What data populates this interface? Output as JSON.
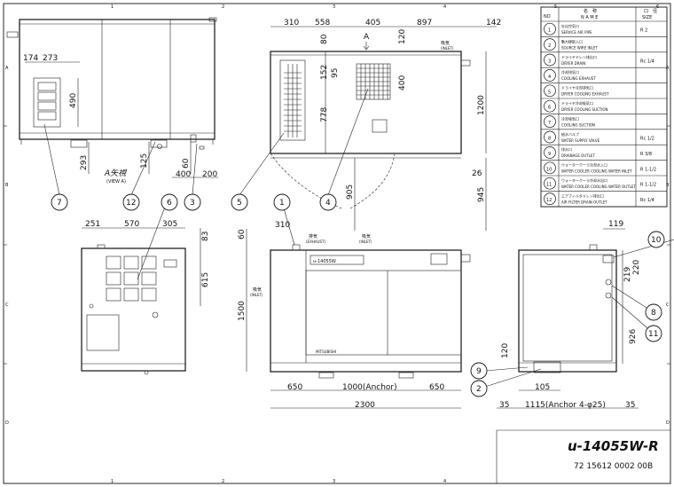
{
  "frame": {
    "col_numbers": [
      "1",
      "2",
      "3",
      "4",
      "5",
      "6"
    ],
    "row_letters": [
      "A",
      "B",
      "C",
      "D"
    ]
  },
  "top_left_view": {
    "dims": {
      "d174": "174",
      "d273": "273",
      "d490": "490",
      "d293": "293",
      "d125": "125",
      "d60": "60",
      "d400": "400",
      "d200": "200"
    },
    "view_label": "A矢視",
    "view_sub": "(VIEW A)"
  },
  "top_center_view": {
    "dims": {
      "d310": "310",
      "d558": "558",
      "d405": "405",
      "d897": "897",
      "d142": "142",
      "d80": "80",
      "d120": "120",
      "d152": "152",
      "d95": "95",
      "d400": "400",
      "d1200": "1200",
      "d778": "778",
      "d26": "26",
      "d905": "905",
      "d945": "945"
    },
    "arrow_a": "A",
    "inlet_jp": "吸気",
    "inlet_en": "(INLET)"
  },
  "bottom_left_view": {
    "dims": {
      "d251": "251",
      "d570": "570",
      "d305": "305",
      "d83": "83",
      "d615": "615"
    }
  },
  "front_view": {
    "dims": {
      "d60": "60",
      "d310": "310",
      "d1500": "1500",
      "d650a": "650",
      "d1000": "1000(Anchor)",
      "d650b": "650",
      "d2300": "2300"
    },
    "exhaust_jp": "排気",
    "exhaust_en": "(EXHAUST)",
    "inlet_jp": "吸気",
    "inlet_en": "(INLET)",
    "model_plate": "u-14055W",
    "maker": "MITSUBISHI"
  },
  "side_view": {
    "dims": {
      "d119": "119",
      "d219": "219",
      "d220": "220",
      "d926": "926",
      "d120": "120",
      "d105": "105",
      "d35a": "35",
      "d1115": "1115(Anchor 4-φ25)",
      "d35b": "35"
    }
  },
  "balloons": [
    "7",
    "12",
    "6",
    "3",
    "5",
    "1",
    "4",
    "10",
    "8",
    "11",
    "9",
    "2"
  ],
  "parts_table": {
    "headers": {
      "no": "NO",
      "name_jp": "名　称",
      "name_en": "N A M E",
      "size_jp": "口　径",
      "size_en": "SIZE"
    },
    "rows": [
      {
        "no": "1",
        "jp": "吐出空気口",
        "en": "SERVICE AIR PIPE",
        "size": "R 2"
      },
      {
        "no": "2",
        "jp": "動力線取入口",
        "en": "SOURCE WIRE INLET",
        "size": ""
      },
      {
        "no": "3",
        "jp": "ドライヤドレン排出口",
        "en": "DRYER DRAIN",
        "size": "Rc 1/4"
      },
      {
        "no": "4",
        "jp": "冷却排気口",
        "en": "COOLING EXHAUST",
        "size": ""
      },
      {
        "no": "5",
        "jp": "ドライヤ冷却排気口",
        "en": "DRYER COOLING EXHAUST",
        "size": ""
      },
      {
        "no": "6",
        "jp": "ドライヤ冷却吸気口",
        "en": "DRYER COOLING SUCTION",
        "size": ""
      },
      {
        "no": "7",
        "jp": "冷却吸気口",
        "en": "COOLING SUCTION",
        "size": ""
      },
      {
        "no": "8",
        "jp": "給水バルブ",
        "en": "WATER SUPPLY VALVE",
        "size": "Rc 1/2"
      },
      {
        "no": "9",
        "jp": "排水口",
        "en": "DRAINAGE OUTLET",
        "size": "R 3/8"
      },
      {
        "no": "10",
        "jp": "ウォータークーラ冷却水入口",
        "en": "WATER COOLER COOLING WATER INLET",
        "size": "R 1-1/2"
      },
      {
        "no": "11",
        "jp": "ウォータークーラ冷却水出口",
        "en": "WATER COOLER COOLING WATER OUTLET",
        "size": "R 1-1/2"
      },
      {
        "no": "12",
        "jp": "エアフィルタドレン排出口",
        "en": "AIR FILTER DRAIN OUTLET",
        "size": "Rc 1/4"
      }
    ]
  },
  "title_block": {
    "model": "u-14055W-R",
    "doc_number": "72 15612 0002 00B"
  }
}
